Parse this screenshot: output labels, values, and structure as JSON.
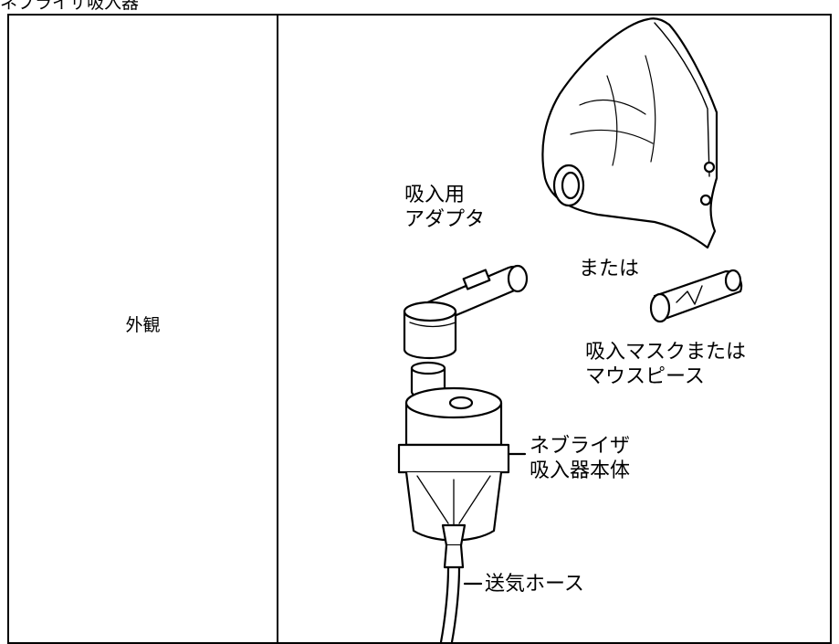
{
  "caption": "ネブライザ吸入器",
  "table": {
    "row_label": "外観",
    "labels": {
      "adapter": [
        "吸入用",
        "アダプタ"
      ],
      "or": "または",
      "mask_or_mouthpiece": [
        "吸入マスクまたは",
        "マウスピース"
      ],
      "nebulizer_body": [
        "ネブライザ",
        "吸入器本体"
      ],
      "air_hose": "送気ホース"
    }
  }
}
